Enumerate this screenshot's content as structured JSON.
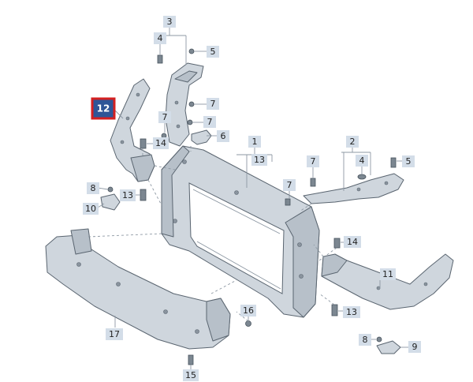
{
  "diagram": {
    "highlighted": "12",
    "callouts": [
      {
        "id": "c3",
        "text": "3"
      },
      {
        "id": "c4a",
        "text": "4"
      },
      {
        "id": "c5a",
        "text": "5"
      },
      {
        "id": "c12",
        "text": "12"
      },
      {
        "id": "c7a",
        "text": "7"
      },
      {
        "id": "c7b",
        "text": "7"
      },
      {
        "id": "c7c",
        "text": "7"
      },
      {
        "id": "c6",
        "text": "6"
      },
      {
        "id": "c14a",
        "text": "14"
      },
      {
        "id": "c1",
        "text": "1"
      },
      {
        "id": "c13a",
        "text": "13"
      },
      {
        "id": "c2",
        "text": "2"
      },
      {
        "id": "c7d",
        "text": "7"
      },
      {
        "id": "c4b",
        "text": "4"
      },
      {
        "id": "c5b",
        "text": "5"
      },
      {
        "id": "c8a",
        "text": "8"
      },
      {
        "id": "c13b",
        "text": "13"
      },
      {
        "id": "c10",
        "text": "10"
      },
      {
        "id": "c7e",
        "text": "7"
      },
      {
        "id": "c14b",
        "text": "14"
      },
      {
        "id": "c11",
        "text": "11"
      },
      {
        "id": "c13c",
        "text": "13"
      },
      {
        "id": "c16",
        "text": "16"
      },
      {
        "id": "c17",
        "text": "17"
      },
      {
        "id": "c8b",
        "text": "8"
      },
      {
        "id": "c9",
        "text": "9"
      },
      {
        "id": "c15",
        "text": "15"
      }
    ]
  }
}
